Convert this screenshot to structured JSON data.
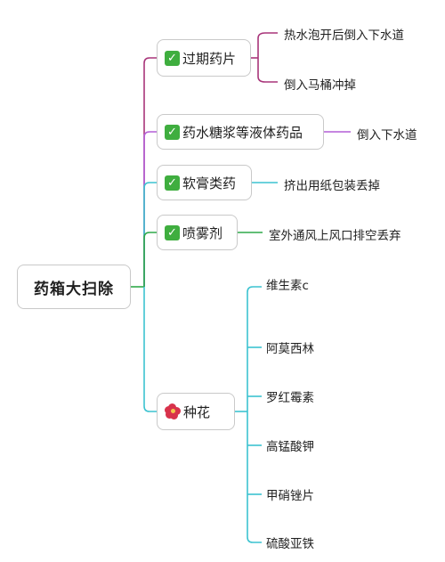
{
  "mindmap": {
    "root": "药箱大扫除",
    "branches": [
      {
        "icon": "check-icon",
        "label": "过期药片",
        "color": "#a8357a",
        "children": [
          "热水泡开后倒入下水道",
          "倒入马桶冲掉"
        ]
      },
      {
        "icon": "check-icon",
        "label": "药水糖浆等液体药品",
        "color": "#b45fd6",
        "children": [
          "倒入下水道"
        ]
      },
      {
        "icon": "check-icon",
        "label": "软膏类药",
        "color": "#3cc3d0",
        "children": [
          "挤出用纸包装丢掉"
        ]
      },
      {
        "icon": "check-icon",
        "label": "喷雾剂",
        "color": "#2fa84a",
        "children": [
          "室外通风上风口排空丢弃"
        ]
      },
      {
        "icon": "flower-icon",
        "label": "种花",
        "color": "#3cc3d0",
        "children": [
          "维生素c",
          "阿莫西林",
          "罗红霉素",
          "高锰酸钾",
          "甲硝锉片",
          "硫酸亚铁"
        ]
      }
    ]
  }
}
